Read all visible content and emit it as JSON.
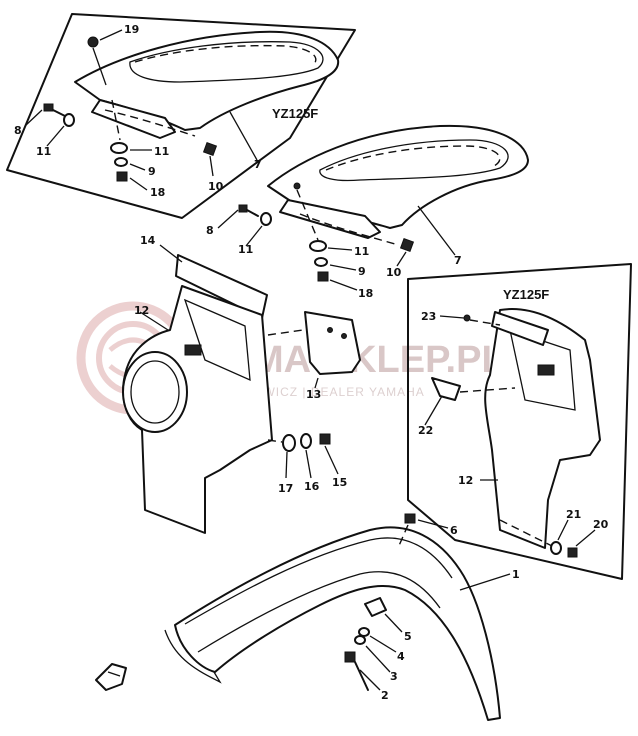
{
  "diagram": {
    "model_labels": [
      "YZ125F",
      "YZ125F"
    ],
    "watermark": {
      "title": "ROMA-SKLEP.PL",
      "subtitle": "MOTO CHWICZ | DEALER YAMAHA"
    },
    "callouts": {
      "c19": "19",
      "c8a": "8",
      "c11a": "11",
      "c11b": "11",
      "c9a": "9",
      "c18a": "18",
      "c10a": "10",
      "c7a": "7",
      "c8b": "8",
      "c11c": "11",
      "c11d": "11",
      "c9b": "9",
      "c18b": "18",
      "c10b": "10",
      "c7b": "7",
      "c14": "14",
      "c12a": "12",
      "c13": "13",
      "c17": "17",
      "c16": "16",
      "c15": "15",
      "c23": "23",
      "c22": "22",
      "c12b": "12",
      "c21": "21",
      "c20": "20",
      "c6": "6",
      "c1": "1",
      "c5": "5",
      "c4": "4",
      "c3": "3",
      "c2": "2"
    }
  }
}
